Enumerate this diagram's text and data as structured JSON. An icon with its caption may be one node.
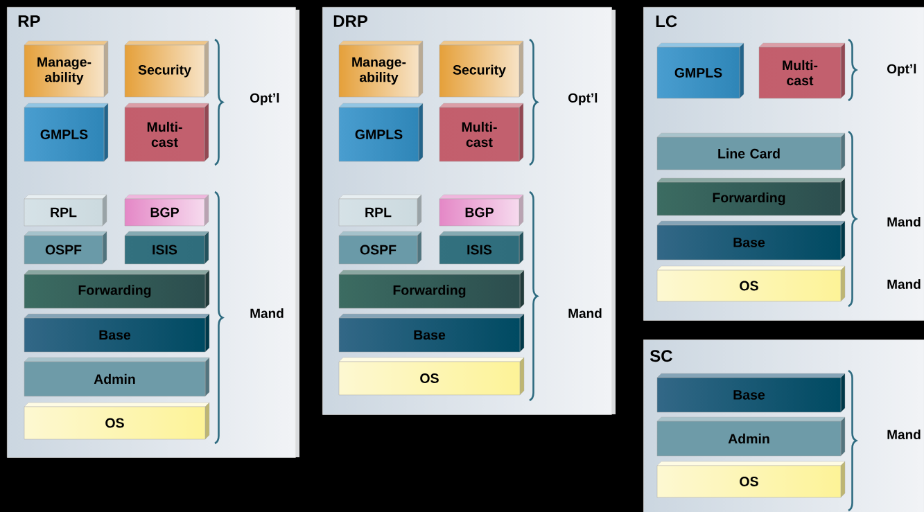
{
  "diagram": {
    "nodes": [
      {
        "text": [
          "RP"
        ]
      },
      {
        "text": [
          "Manage- ability"
        ],
        "in": 0
      },
      {
        "text": [
          "Security"
        ],
        "in": 0
      },
      {
        "text": [
          "GMPLS"
        ],
        "in": 0
      },
      {
        "text": [
          "Multi- cast"
        ],
        "in": 0
      },
      {
        "text": [
          "RPL"
        ],
        "in": 0
      },
      {
        "text": [
          "BGP"
        ],
        "in": 0
      },
      {
        "text": [
          "OSPF"
        ],
        "in": 0
      },
      {
        "text": [
          "ISIS"
        ],
        "in": 0
      },
      {
        "text": [
          "Forwarding"
        ],
        "in": 0
      },
      {
        "text": [
          "Base"
        ],
        "in": 0
      },
      {
        "text": [
          "Admin"
        ],
        "in": 0
      },
      {
        "text": [
          "OS"
        ],
        "in": 0
      },
      {
        "text": [
          "DRP"
        ]
      },
      {
        "text": [
          "Manage- ability"
        ],
        "in": 13
      },
      {
        "text": [
          "Security"
        ],
        "in": 13
      },
      {
        "text": [
          "GMPLS"
        ],
        "in": 13
      },
      {
        "text": [
          "Multi- cast"
        ],
        "in": 13
      },
      {
        "text": [
          "RPL"
        ],
        "in": 13
      },
      {
        "text": [
          "BGP"
        ],
        "in": 13
      },
      {
        "text": [
          "OSPF"
        ],
        "in": 13
      },
      {
        "text": [
          "ISIS"
        ],
        "in": 13
      },
      {
        "text": [
          "Forwarding"
        ],
        "in": 13
      },
      {
        "text": [
          "Base"
        ],
        "in": 13
      },
      {
        "text": [
          "OS"
        ],
        "in": 13
      },
      {
        "text": [
          "LC"
        ]
      },
      {
        "text": [
          "GMPLS"
        ],
        "in": 25
      },
      {
        "text": [
          "Multi- cast"
        ],
        "in": 25
      },
      {
        "text": [
          "Line Card"
        ],
        "in": 25
      },
      {
        "text": [
          "Forwarding"
        ],
        "in": 25
      },
      {
        "text": [
          "Base"
        ],
        "in": 25
      },
      {
        "text": [
          "OS"
        ],
        "in": 25
      },
      {
        "text": [
          "SC"
        ]
      },
      {
        "text": [
          "Base"
        ],
        "in": 32
      },
      {
        "text": [
          "Admin"
        ],
        "in": 32
      },
      {
        "text": [
          "OS"
        ],
        "in": 32
      }
    ],
    "labels": [
      "Opt’l",
      "Mand",
      "Opt’l",
      "Mand",
      "Opt’l",
      "Mand",
      "Mand",
      "Mand"
    ]
  }
}
